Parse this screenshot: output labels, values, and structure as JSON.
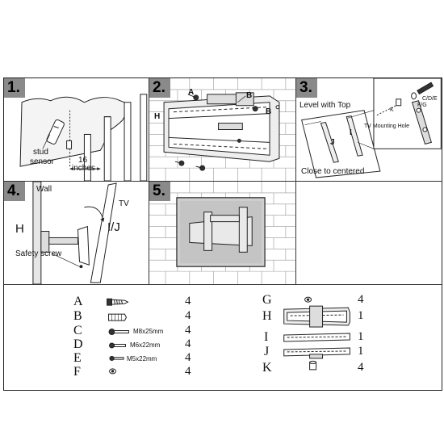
{
  "steps": [
    {
      "number": "1.",
      "labels": {
        "stud": "stud",
        "sensor": "sensor",
        "dist": "16",
        "unit": "inches"
      }
    },
    {
      "number": "2.",
      "labels": {
        "a": "A",
        "b1": "B",
        "b2": "B",
        "h": "H"
      }
    },
    {
      "number": "3.",
      "labels": {
        "level": "Level with Top",
        "center": "Close to centered",
        "j": "J",
        "i": "I",
        "k": "K",
        "cde": "C/D/E",
        "fg": "F/G",
        "hole": "TV Mounting Hole"
      }
    },
    {
      "number": "4.",
      "labels": {
        "wall": "Wall",
        "tv": "TV",
        "h": "H",
        "ij": "I/J",
        "screw": "Safety screw"
      }
    },
    {
      "number": "5.",
      "labels": {}
    }
  ],
  "parts_left": [
    {
      "letter": "A",
      "qty": "4",
      "desc": ""
    },
    {
      "letter": "B",
      "qty": "4",
      "desc": ""
    },
    {
      "letter": "C",
      "qty": "4",
      "desc": "M8x25mm"
    },
    {
      "letter": "D",
      "qty": "4",
      "desc": "M6x22mm"
    },
    {
      "letter": "E",
      "qty": "4",
      "desc": "M5x22mm"
    },
    {
      "letter": "F",
      "qty": "4",
      "desc": ""
    }
  ],
  "parts_right": [
    {
      "letter": "G",
      "qty": "4"
    },
    {
      "letter": "H",
      "qty": "1"
    },
    {
      "letter": "I",
      "qty": "1"
    },
    {
      "letter": "J",
      "qty": "1"
    },
    {
      "letter": "K",
      "qty": "4"
    }
  ],
  "colors": {
    "badge": "#8a8a8a",
    "line": "#222222",
    "tv_panel": "#cfcfcf",
    "wood": "#e6e6e6"
  }
}
